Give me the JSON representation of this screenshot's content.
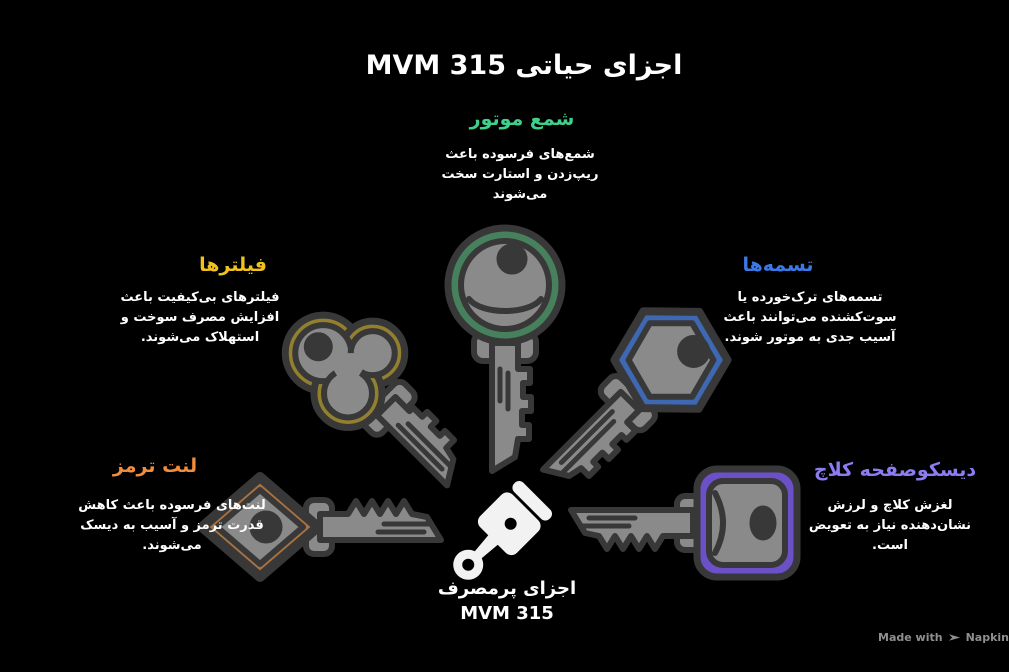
{
  "title": "اجزای حیاتی MVM 315",
  "center_label": {
    "line1": "اجزای پرمصرف",
    "line2": "MVM 315"
  },
  "footer": {
    "made_with": "Made with",
    "brand": "Napkin"
  },
  "colors": {
    "background": "#000000",
    "text": "#ffffff",
    "key_gray": "#8a8a8a",
    "key_outline": "#383838",
    "piston_icon": "#f2f2f2",
    "footer_text": "#8f8f8f"
  },
  "sections": {
    "spark_plugs": {
      "heading": "شمع موتور",
      "heading_color": "#3ed08c",
      "key_color": "#47805c",
      "lines": [
        "شمع‌های فرسوده باعث",
        "ریپ‌زدن و استارت سخت",
        "می‌شوند"
      ]
    },
    "filters": {
      "heading": "فیلترها",
      "heading_color": "#f1c21b",
      "key_color": "#93802f",
      "lines": [
        "فیلترهای بی‌کیفیت باعث",
        "افزایش مصرف سوخت و",
        "استهلاک می‌شوند."
      ]
    },
    "belts": {
      "heading": "تسمه‌ها",
      "heading_color": "#3c79e8",
      "key_color": "#3e68b2",
      "lines": [
        "تسمه‌های ترک‌خورده یا",
        "سوت‌کشنده می‌توانند باعث",
        "آسیب جدی به موتور شوند."
      ]
    },
    "brake_pads": {
      "heading": "لنت ترمز",
      "heading_color": "#f08c3e",
      "key_color": "#aa7240",
      "lines": [
        "لنت‌های فرسوده باعث کاهش",
        "قدرت ترمز و آسیب به دیسک",
        "می‌شوند."
      ]
    },
    "clutch": {
      "heading": "دیسکوصفحه کلاچ",
      "heading_color": "#8b7cf2",
      "key_color": "#6b50c7",
      "lines": [
        "لغزش کلاچ و لرزش",
        "نشان‌دهنده نیاز به تعویض",
        "است."
      ]
    }
  }
}
